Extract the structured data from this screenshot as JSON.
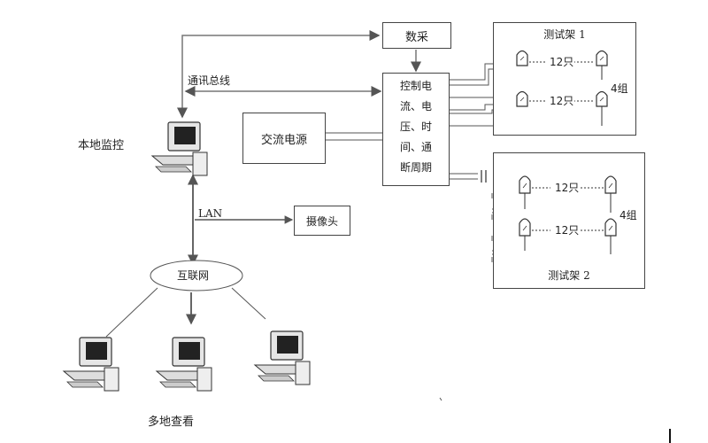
{
  "nodes": {
    "data_acq": "数采",
    "control_lines": [
      "控制电",
      "流、电",
      "压、时",
      "间、通",
      "断周期"
    ],
    "ac_power": "交流电源",
    "camera": "摄像头",
    "internet": "互联网",
    "local_monitor": "本地监控",
    "remote_view": "多地查看",
    "comm_bus": "通讯总线",
    "lan": "LAN"
  },
  "racks": [
    {
      "title": "测试架 1",
      "group_label": "4组",
      "rows": [
        {
          "count": "12只"
        },
        {
          "count": "12只"
        }
      ]
    },
    {
      "title": "测试架 2",
      "group_label": "4组",
      "rows": [
        {
          "count": "12只"
        },
        {
          "count": "12只"
        }
      ]
    }
  ]
}
